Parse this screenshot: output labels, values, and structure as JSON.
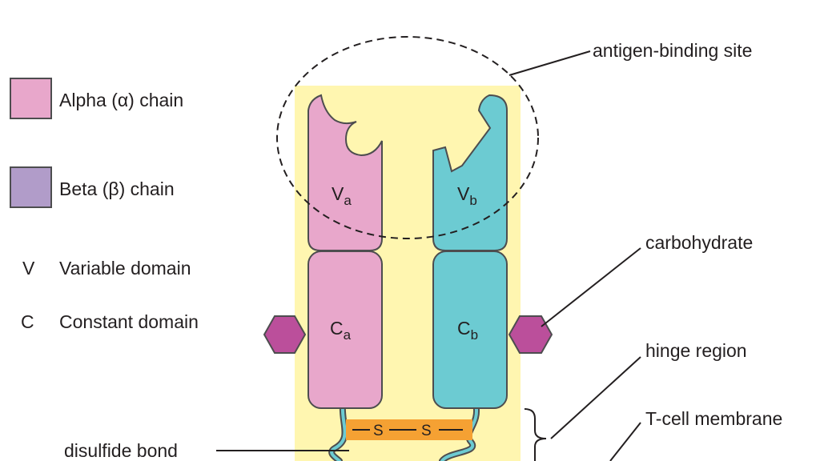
{
  "colors": {
    "alpha": "#e8a7cb",
    "beta_legend": "#b19cc9",
    "beta_chain": "#6ccbd2",
    "background_region": "#fff6b0",
    "carbohydrate": "#bb4f9b",
    "disulfide": "#f5a133",
    "outline": "#4d4d4f"
  },
  "legend": [
    {
      "label": "Alpha (α) chain"
    },
    {
      "label": "Beta (β) chain"
    },
    {
      "abbr": "V",
      "label": "Variable domain"
    },
    {
      "abbr": "C",
      "label": "Constant domain"
    }
  ],
  "domains": {
    "va": {
      "main": "V",
      "sub": "a"
    },
    "vb": {
      "main": "V",
      "sub": "b"
    },
    "ca": {
      "main": "C",
      "sub": "a"
    },
    "cb": {
      "main": "C",
      "sub": "b"
    }
  },
  "disulfide": {
    "s1": "S",
    "s2": "S"
  },
  "callouts": {
    "antigen_binding_site": "antigen-binding site",
    "carbohydrate": "carbohydrate",
    "hinge_region": "hinge region",
    "t_cell_membrane": "T-cell membrane",
    "disulfide_bond": "disulfide bond"
  }
}
